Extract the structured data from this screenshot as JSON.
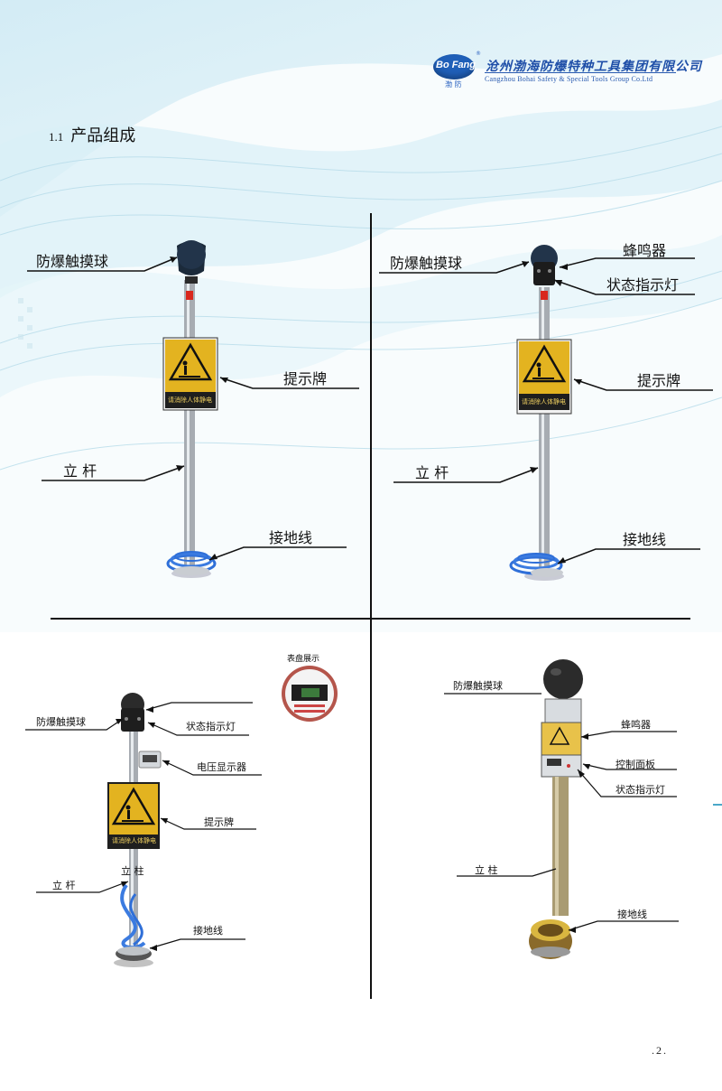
{
  "header": {
    "logo_text": "Bo Fang",
    "logo_sub": "渤 防",
    "logo_mark": "®",
    "company_cn": "沧州渤海防爆特种工具集团有限公司",
    "company_en": "Cangzhou Bohai Safety & Special Tools Group Co.Ltd"
  },
  "section": {
    "number": "1.1",
    "title": "产品组成"
  },
  "panels": {
    "top_left": {
      "touch_ball": "防爆触摸球",
      "sign": "提示牌",
      "pole": "立 杆",
      "ground_wire": "接地线",
      "sign_text": "请消除人体静电"
    },
    "top_right": {
      "touch_ball": "防爆触摸球",
      "buzzer": "蜂鸣器",
      "status_light": "状态指示灯",
      "sign": "提示牌",
      "pole": "立 杆",
      "ground_wire": "接地线",
      "sign_text": "请消除人体静电"
    },
    "bottom_left": {
      "dial_caption": "表盘展示",
      "touch_ball": "防爆触摸球",
      "status_light": "状态指示灯",
      "voltage_display": "电压显示器",
      "sign": "提示牌",
      "column": "立 柱",
      "pole": "立 杆",
      "ground_wire": "接地线",
      "sign_text": "请消除人体静电"
    },
    "bottom_right": {
      "touch_ball": "防爆触摸球",
      "buzzer": "蜂鸣器",
      "control_panel": "控制面板",
      "status_light": "状态指示灯",
      "column": "立 柱",
      "ground_wire": "接地线"
    }
  },
  "page_number": ".2.",
  "colors": {
    "brand_blue": "#1f5fb8",
    "sign_yellow": "#e3b320",
    "wire_blue": "#2f6fd8",
    "pole_gray": "#9ea3a8"
  }
}
